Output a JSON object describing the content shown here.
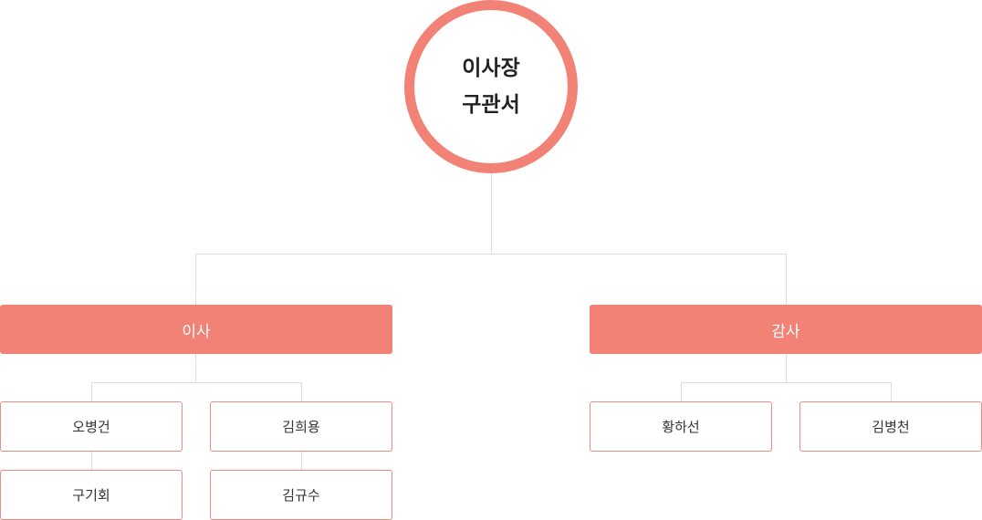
{
  "chairman": {
    "role": "이사장",
    "name": "구관서"
  },
  "directors": {
    "label": "이사",
    "members": [
      "오병건",
      "김희용",
      "구기회",
      "김규수"
    ]
  },
  "auditors": {
    "label": "감사",
    "members": [
      "황하선",
      "김병천"
    ]
  },
  "colors": {
    "accent": "#f28276",
    "connector": "#dddddd"
  }
}
